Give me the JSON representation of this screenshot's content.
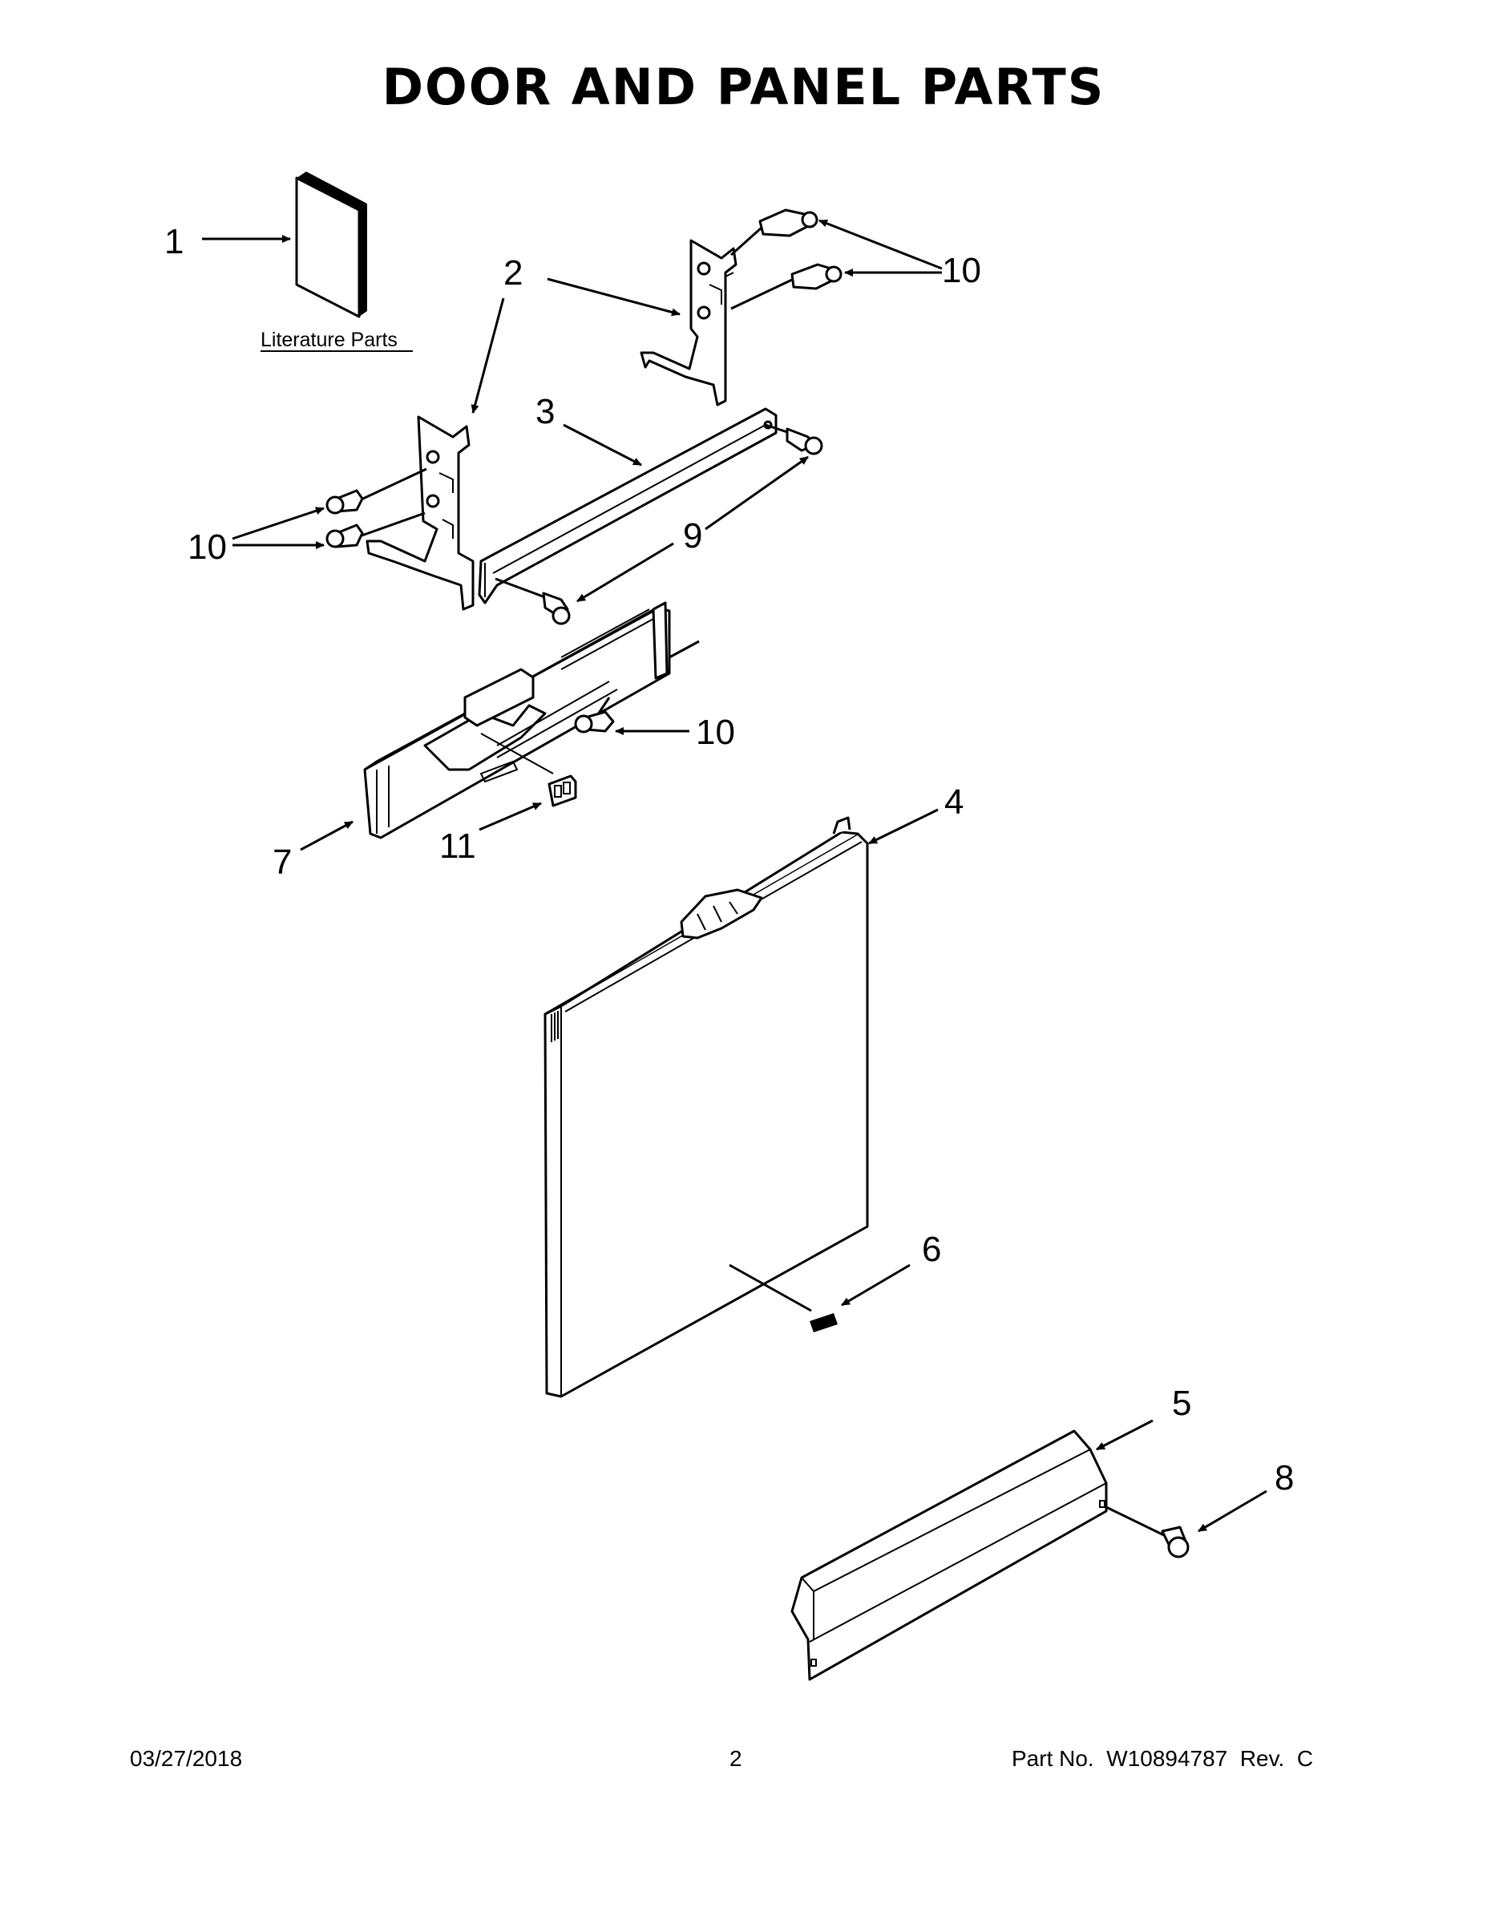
{
  "title": "DOOR AND PANEL PARTS",
  "literature_label": "Literature Parts",
  "callouts": {
    "c1": "1",
    "c2": "2",
    "c3": "3",
    "c4": "4",
    "c5": "5",
    "c6": "6",
    "c7": "7",
    "c8": "8",
    "c9": "9",
    "c10a": "10",
    "c10b": "10",
    "c10c": "10",
    "c11": "11"
  },
  "footer": {
    "date": "03/27/2018",
    "page": "2",
    "part_no": "Part No.  W10894787  Rev.  C"
  }
}
